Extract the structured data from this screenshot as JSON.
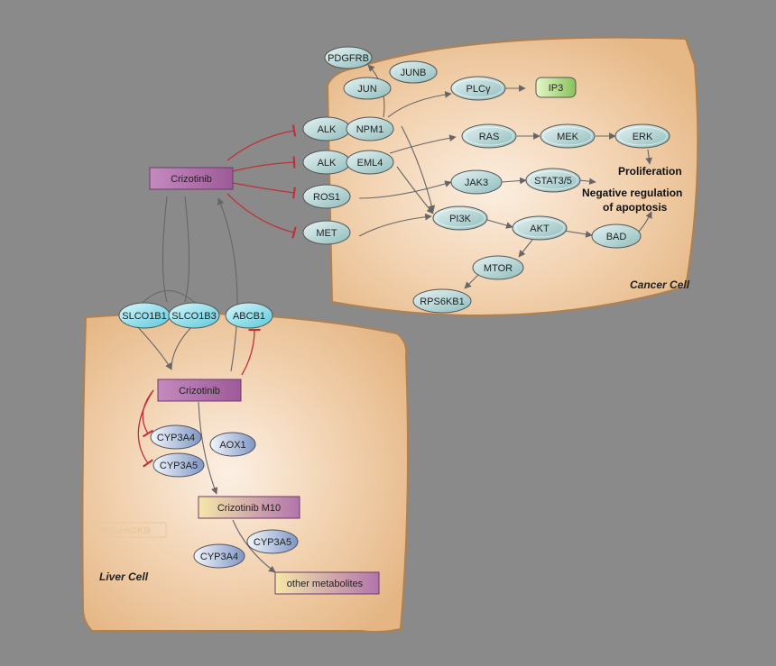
{
  "cells": {
    "cancer": "Cancer Cell",
    "liver": "Liver Cell"
  },
  "drugs": {
    "top": "Crizotinib",
    "liver": "Crizotinib",
    "metabolite_m10": "Crizotinib M10",
    "other": "other metabolites"
  },
  "transporters": {
    "slco1b1": "SLCO1B1",
    "slco1b3": "SLCO1B3",
    "abcb1": "ABCB1"
  },
  "enzymes": {
    "cyp3a4_a": "CYP3A4",
    "cyp3a5_a": "CYP3A5",
    "aox1": "AOX1",
    "cyp3a4_b": "CYP3A4",
    "cyp3a5_b": "CYP3A5"
  },
  "genes": {
    "pdgfrb": "PDGFRB",
    "junb": "JUNB",
    "jun": "JUN",
    "alk1": "ALK",
    "npm1": "NPM1",
    "alk2": "ALK",
    "eml4": "EML4",
    "ros1": "ROS1",
    "met": "MET",
    "plcg": "PLCγ",
    "ip3": "IP3",
    "ras": "RAS",
    "mek": "MEK",
    "erk": "ERK",
    "jak3": "JAK3",
    "stat": "STAT3/5",
    "pi3k": "PI3K",
    "akt": "AKT",
    "bad": "BAD",
    "mtor": "MTOR",
    "rps6kb1": "RPS6KB1"
  },
  "outcomes": {
    "proliferation": "Proliferation",
    "negreg_1": "Negative regulation",
    "negreg_2": "of apoptosis"
  },
  "watermark": "©PharmGKB",
  "colors": {
    "background": "#8a8a8a",
    "cell_fill": "#e9bd8e",
    "cell_stroke": "#b08050",
    "gene": "#b9d8d8",
    "transporter": "#8fe0ec",
    "drug": "#a865a2",
    "inhibit": "#c0303a",
    "arrow": "#666666"
  }
}
